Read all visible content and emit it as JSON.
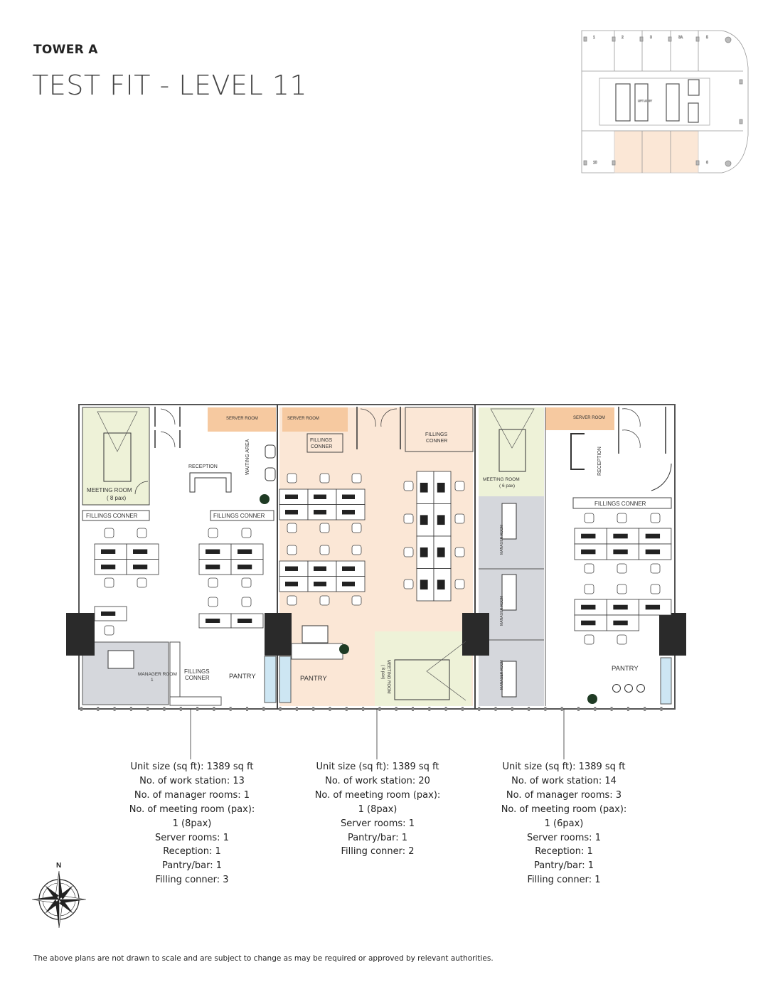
{
  "header": {
    "tower": "TOWER A",
    "title": "TEST FIT - LEVEL 11"
  },
  "keyplan": {
    "units": [
      "1",
      "2",
      "3",
      "3A",
      "5",
      "10",
      "6"
    ],
    "core_label": "LIFT LOBBY",
    "highlight_color": "#fbe7d6"
  },
  "floorplan": {
    "colors": {
      "meeting": "#eef2d8",
      "server": "#f6c9a0",
      "open_office": "#fbe7d6",
      "manager": "#d5d7dc",
      "column": "#2a2a2a",
      "sink": "#cde6f3"
    },
    "unit1": {
      "meeting_room": "MEETING ROOM",
      "meeting_pax": "( 8 pax)",
      "server_room": "SERVER ROOM",
      "reception": "RECEPTION",
      "waiting": "WAITING AREA",
      "fillings_1": "FILLINGS CONNER",
      "fillings_2": "FILLINGS CONNER",
      "manager_room": "MANAGER ROOM",
      "manager_no": "1",
      "fillings_3a": "FILLINGS",
      "fillings_3b": "CONNER",
      "pantry": "PANTRY"
    },
    "unit2": {
      "server_room": "SERVER ROOM",
      "fillings_1a": "FILLINGS",
      "fillings_1b": "CONNER",
      "fillings_2a": "FILLINGS",
      "fillings_2b": "CONNER",
      "pantry": "PANTRY",
      "meeting_room": "MEETING ROOM",
      "meeting_pax": "( 8 pax)"
    },
    "unit3": {
      "meeting_room": "MEETING ROOM",
      "meeting_pax": "( 6 pax)",
      "server_room": "SERVER ROOM",
      "reception": "RECEPTION",
      "fillings": "FILLINGS CONNER",
      "manager_room": "MANAGER ROOM",
      "pantry": "PANTRY"
    }
  },
  "units": [
    {
      "lines": [
        "Unit size (sq ft): 1389 sq ft",
        "No. of work station: 13",
        "No. of manager rooms: 1",
        "No. of meeting room (pax):",
        "1 (8pax)",
        "Server rooms: 1",
        "Reception: 1",
        "Pantry/bar: 1",
        "Filling conner: 3"
      ]
    },
    {
      "lines": [
        "Unit size (sq ft): 1389 sq ft",
        "No. of work station: 20",
        "No. of meeting room (pax):",
        "1 (8pax)",
        "Server rooms: 1",
        "Pantry/bar: 1",
        "Filling conner: 2"
      ]
    },
    {
      "lines": [
        "Unit size (sq ft): 1389 sq ft",
        "No. of work station: 14",
        "No. of manager rooms: 3",
        "No. of meeting room (pax):",
        "1 (6pax)",
        "Server rooms: 1",
        "Reception: 1",
        "Pantry/bar: 1",
        "Filling conner: 1"
      ]
    }
  ],
  "compass": {
    "north": "N"
  },
  "footer": {
    "disclaimer": "The above plans are not drawn to scale and are subject to change as may be required or approved by relevant authorities."
  }
}
